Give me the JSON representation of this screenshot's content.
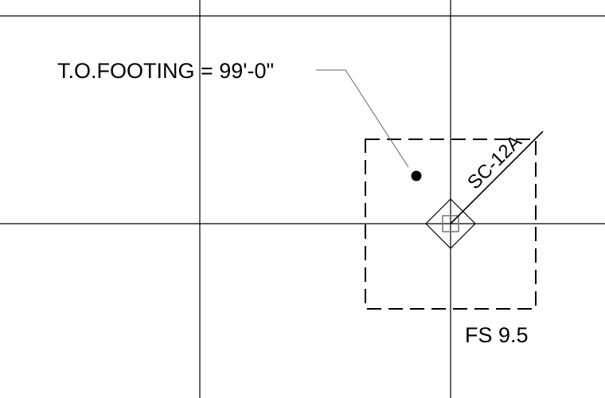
{
  "drawing": {
    "footing_elevation_note": "T.O.FOOTING = 99'-0\"",
    "column_tag": "SC-12A",
    "footing_tag": "FS 9.5",
    "line_color": "#000000",
    "leader_color": "#666666"
  }
}
